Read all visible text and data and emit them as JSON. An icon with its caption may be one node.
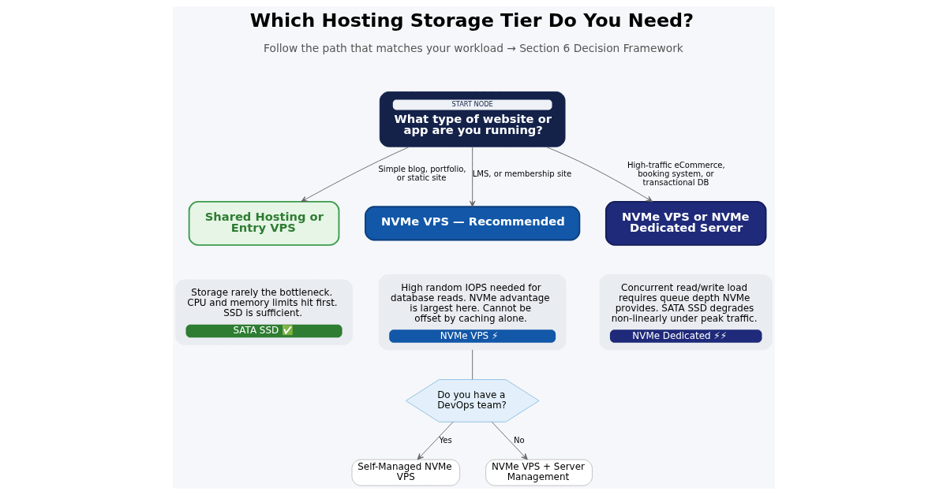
{
  "diagram": {
    "title": "Which Hosting Storage Tier Do You Need?",
    "nodes": [
      {
        "text": [
          "START NODE",
          "What type of website or app are you running?"
        ]
      },
      {
        "text": [
          "Shared Hosting or Entry VPS"
        ]
      },
      {
        "text": [
          "Storage rarely the bottleneck. CPU and memory limits hit first. SSD is sufficient.",
          "SATA SSD ✅"
        ]
      },
      {
        "text": [
          "NVMe VPS — Recommended"
        ]
      },
      {
        "text": [
          "High random IOPS needed for database reads. NVMe advantage is largest here. Cannot be offset by caching alone.",
          "NVMe VPS ⚡"
        ]
      },
      {
        "text": [
          "NVMe VPS or NVMe Dedicated Server"
        ]
      },
      {
        "text": [
          "Concurrent read/write load requires queue depth NVMe provides. SATA SSD degrades non-linearly under peak traffic.",
          "NVMe Dedicated ⚡⚡"
        ]
      },
      {
        "text": [
          "Do you have a DevOps team?"
        ]
      },
      {
        "text": [
          "Self-Managed NVMe VPS"
        ]
      },
      {
        "text": [
          "NVMe VPS + Server Management"
        ]
      }
    ],
    "edges": [
      {
        "from": 0,
        "to": 1,
        "arrow": "to",
        "label": "Simple blog, portfolio, or static site"
      },
      {
        "from": 0,
        "to": 3,
        "arrow": "to",
        "label": "LMS, or membership site"
      },
      {
        "from": 0,
        "to": 5,
        "arrow": "to",
        "label": "High-traffic eCommerce, booking system, or transactional DB"
      },
      {
        "from": 4,
        "to": 7,
        "arrow": "none"
      },
      {
        "from": 7,
        "to": 8,
        "arrow": "to",
        "label": "Yes"
      },
      {
        "from": 7,
        "to": 9,
        "arrow": "to",
        "label": "No"
      }
    ],
    "labels": [
      "Follow the path that matches your workload → Section 6 Decision Framework"
    ]
  }
}
